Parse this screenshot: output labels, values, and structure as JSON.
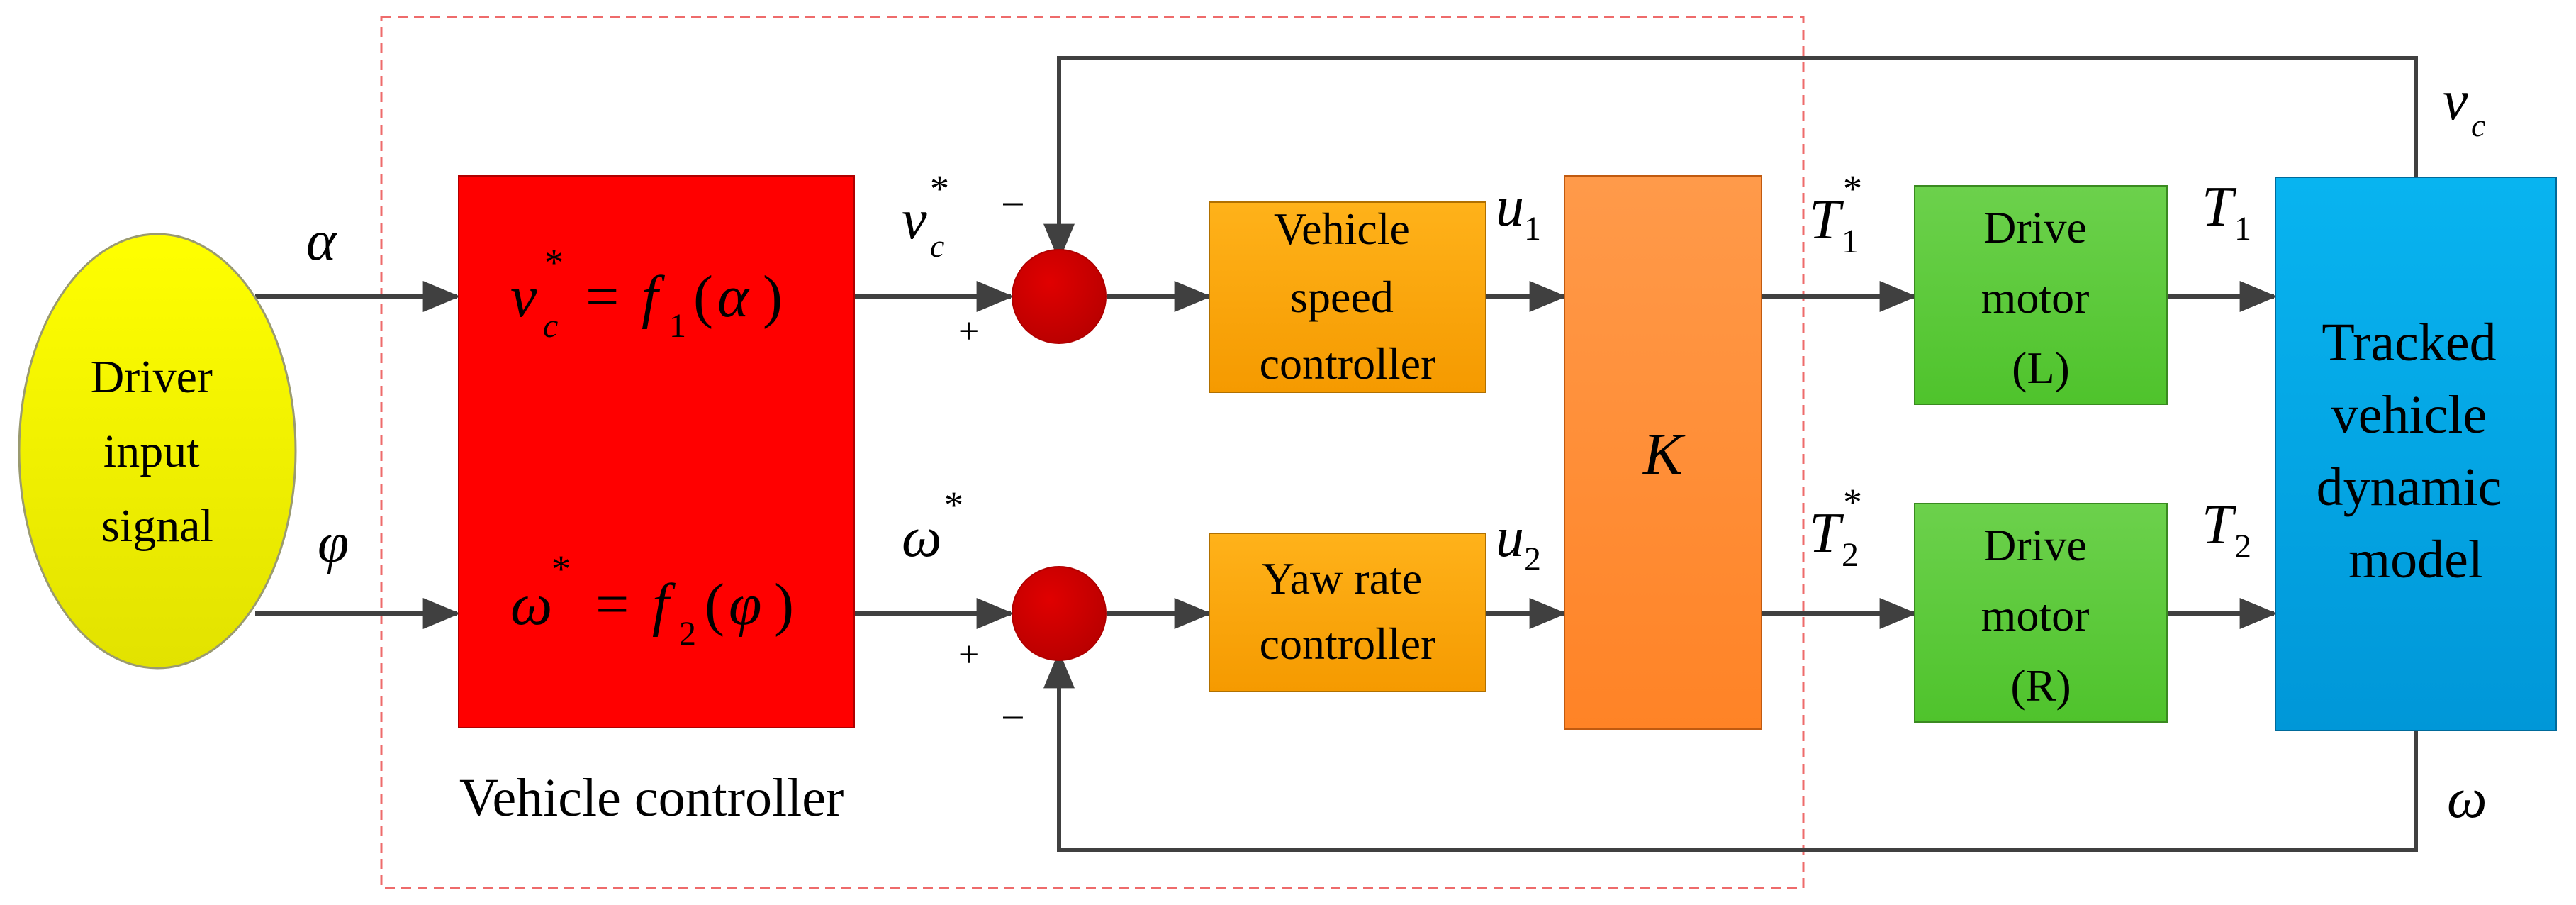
{
  "driver_input": {
    "lines": [
      "Driver",
      "input",
      "signal"
    ]
  },
  "vehicle_controller": {
    "label": "Vehicle controller",
    "eq1": {
      "lhs": "v",
      "lhs_sub": "c",
      "lhs_sup": "*",
      "eq": "=",
      "fn": "f",
      "fn_sub": "1",
      "open": "(",
      "arg": "α",
      "close": ")"
    },
    "eq2": {
      "lhs": "ω",
      "lhs_sup": "*",
      "eq": "=",
      "fn": "f",
      "fn_sub": "2",
      "open": "(",
      "arg": "φ",
      "close": ")"
    }
  },
  "signals": {
    "alpha": "α",
    "phi": "φ",
    "vc_star": {
      "base": "v",
      "sub": "c",
      "sup": "*"
    },
    "omega_star": {
      "base": "ω",
      "sup": "*"
    },
    "u1": {
      "base": "u",
      "sub": "1"
    },
    "u2": {
      "base": "u",
      "sub": "2"
    },
    "T1_star": {
      "base": "T",
      "sub": "1",
      "sup": "*"
    },
    "T2_star": {
      "base": "T",
      "sub": "2",
      "sup": "*"
    },
    "T1": {
      "base": "T",
      "sub": "1"
    },
    "T2": {
      "base": "T",
      "sub": "2"
    },
    "vc": {
      "base": "v",
      "sub": "c"
    },
    "omega": "ω"
  },
  "sum_signs": {
    "top_minus": "−",
    "top_plus": "+",
    "bottom_plus": "+",
    "bottom_minus": "−"
  },
  "speed_controller": {
    "lines": [
      "Vehicle",
      "speed",
      "controller"
    ]
  },
  "yaw_controller": {
    "lines": [
      "Yaw rate",
      "controller"
    ]
  },
  "k_block": {
    "label": "K"
  },
  "motor_left": {
    "lines": [
      "Drive",
      "motor",
      "(L)"
    ]
  },
  "motor_right": {
    "lines": [
      "Drive",
      "motor",
      "(R)"
    ]
  },
  "vehicle_model": {
    "lines": [
      "Tracked",
      "vehicle",
      "dynamic",
      "model"
    ]
  },
  "colors": {
    "driver_fill_top": "#ffff00",
    "driver_fill_bottom": "#e6e600",
    "controller_red": "#ff0000",
    "sum_red": "#cc0000",
    "orange_block": "#ffa500",
    "k_block": "#ff8a33",
    "green_block": "#55c93c",
    "blue_block": "#00a8e8",
    "dashed_border": "#ee6b6b",
    "line": "#404040"
  }
}
